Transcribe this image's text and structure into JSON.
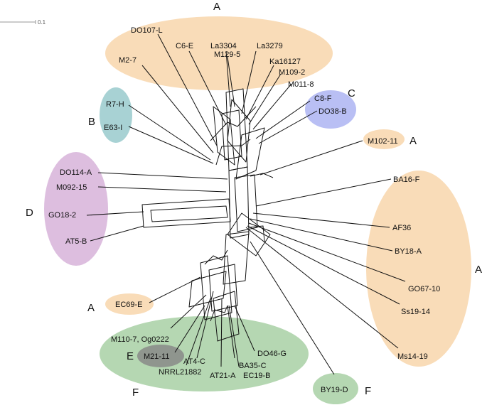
{
  "scale_bar": {
    "label": "0.1"
  },
  "groups": [
    {
      "id": "A-top",
      "letter": "A",
      "color": "#f9dcb8"
    },
    {
      "id": "B",
      "letter": "B",
      "color": "#a8d2d4"
    },
    {
      "id": "C",
      "letter": "C",
      "color": "#b9bff4"
    },
    {
      "id": "A-small",
      "letter": "A",
      "color": "#f9dcb8"
    },
    {
      "id": "D",
      "letter": "D",
      "color": "#ddbedf"
    },
    {
      "id": "A-right",
      "letter": "A",
      "color": "#f9dcb8"
    },
    {
      "id": "A-ec",
      "letter": "A",
      "color": "#f9dcb8"
    },
    {
      "id": "F",
      "letter": "F",
      "color": "#b5d7b2"
    },
    {
      "id": "E",
      "letter": "E",
      "color": "#8f958e"
    },
    {
      "id": "F-small",
      "letter": "F",
      "color": "#b5d7b2"
    }
  ],
  "taxa": [
    "DO107-L",
    "C6-E",
    "La3304",
    "M129-5",
    "La3279",
    "M2-7",
    "Ka16127",
    "M109-2",
    "M011-8",
    "C8-F",
    "DO38-B",
    "R7-H",
    "E63-I",
    "M102-11",
    "DO114-A",
    "BA16-F",
    "M092-15",
    "GO18-2",
    "AF36",
    "AT5-B",
    "BY18-A",
    "GO67-10",
    "EC69-E",
    "Ss19-14",
    "M110-7, Og0222",
    "DO46-G",
    "M21-11",
    "AT4-C",
    "BA35-C",
    "NRRL21882",
    "EC19-B",
    "AT21-A",
    "Ms14-19",
    "BY19-D"
  ]
}
